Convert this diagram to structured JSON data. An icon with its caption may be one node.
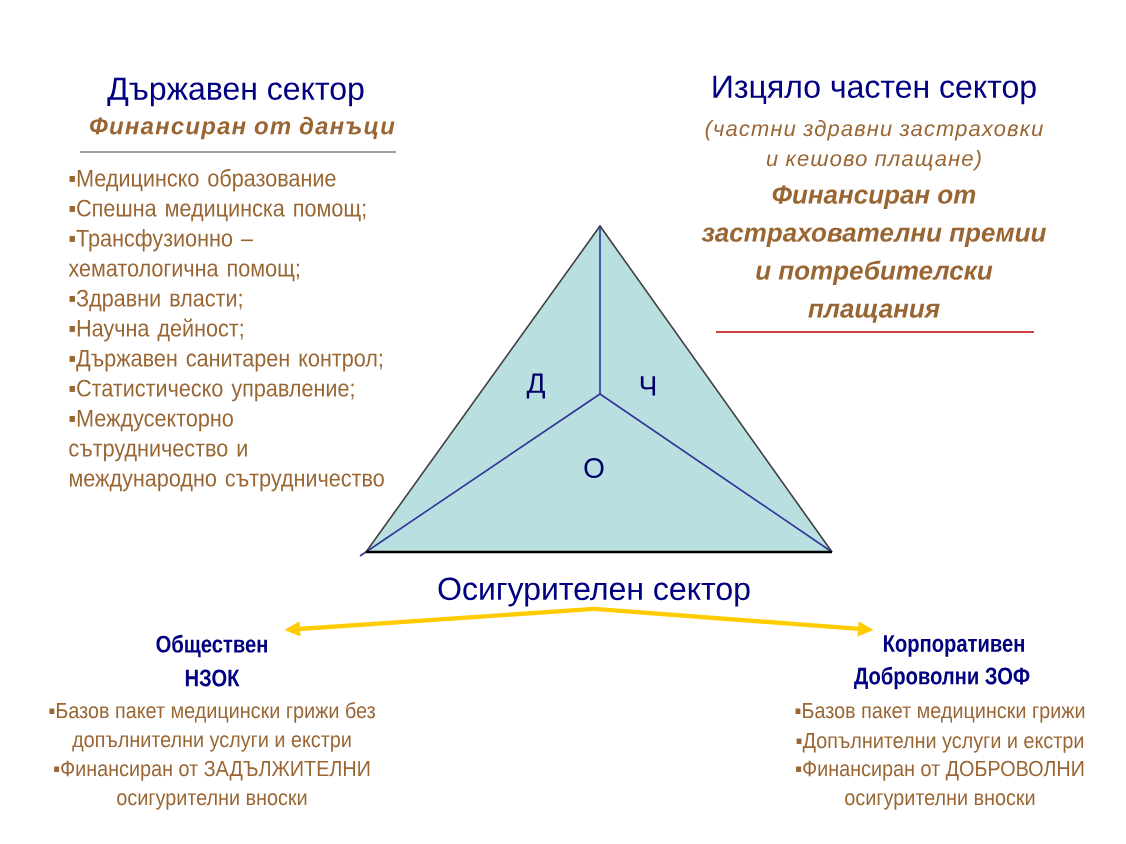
{
  "diagram": {
    "nodes": [
      {
        "text": [
          "Д",
          "Ч",
          "О"
        ]
      },
      {
        "text": [
          "Осигурителен сектор"
        ]
      },
      {
        "text": [
          "Обществен",
          "НЗОК",
          "▪Базов пакет медицински грижи без допълнителни услуги и екстри",
          "▪Финансиран от ЗАДЪЛЖИТЕЛНИ осигурителни вноски"
        ]
      },
      {
        "text": [
          "Корпоративен",
          "Доброволни ЗОФ",
          "▪Базов пакет медицински грижи",
          "▪Допълнителни услуги и екстри",
          "▪Финансиран от ДОБРОВОЛНИ осигурителни вноски"
        ]
      }
    ],
    "edges": [
      {
        "from": 1,
        "to": 2,
        "arrow": "to"
      },
      {
        "from": 1,
        "to": 3,
        "arrow": "to"
      }
    ],
    "labels": [
      "Държавен сектор",
      "Финансиран от данъци",
      "▪Медицинско образование",
      "▪Спешна медицинска помощ;",
      "▪Трансфузионно – хематологична помощ;",
      "▪Здравни власти;",
      "▪Научна дейност;",
      "▪Държавен санитарен контрол;",
      "▪Статистическо управление;",
      "▪Междусекторно сътрудничество и международно сътрудничество",
      "Изцяло частен сектор",
      "(частни здравни застраховки и кешово плащане)",
      "Финансиран от застрахователни премии и потребителски плащания"
    ]
  }
}
